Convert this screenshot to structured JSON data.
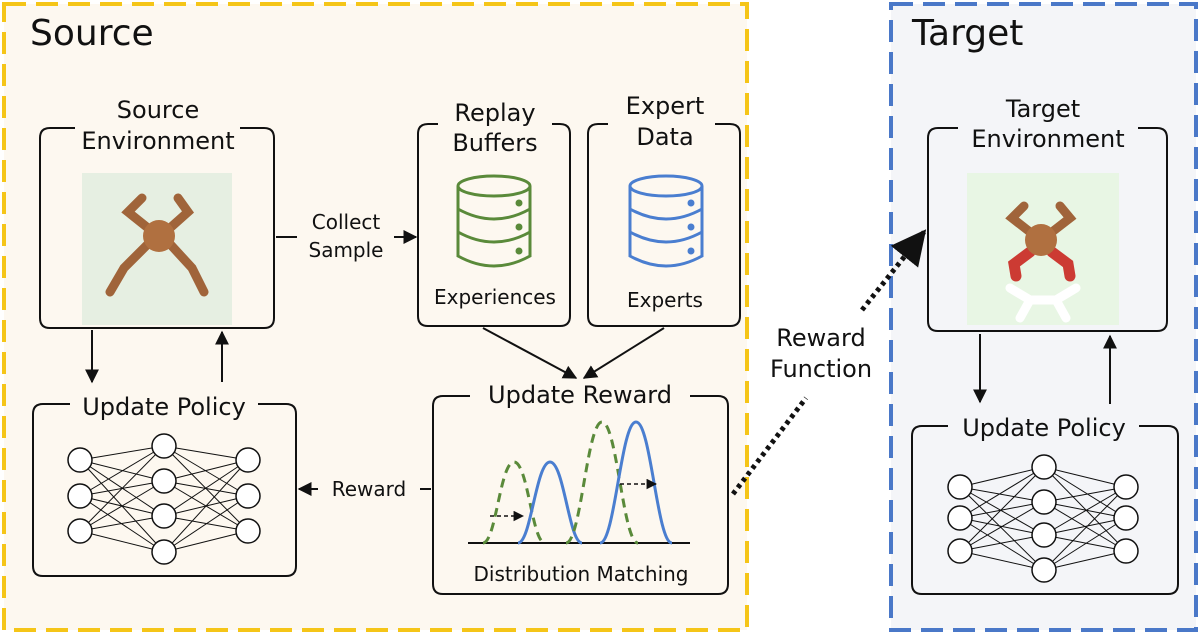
{
  "colors": {
    "source_bg": "#fdf8f0",
    "source_border": "#f5c518",
    "target_bg": "#f4f5f8",
    "target_border": "#4a78c8",
    "replay_green": "#5a8a3a",
    "expert_blue": "#4a7ed0",
    "dist_green_dashed": "#5a8a3a",
    "dist_blue": "#4a7ed0"
  },
  "source": {
    "title": "Source",
    "environment_label": [
      "Source",
      "Environment"
    ],
    "collect_label": [
      "Collect",
      "Sample"
    ],
    "replay_label": [
      "Replay",
      "Buffers"
    ],
    "replay_caption": "Experiences",
    "expert_label": [
      "Expert",
      "Data"
    ],
    "expert_caption": "Experts",
    "update_policy_label": "Update Policy",
    "update_reward_label": "Update Reward",
    "reward_arrow_label": "Reward",
    "distribution_caption": "Distribution Matching"
  },
  "target": {
    "title": "Target",
    "environment_label": [
      "Target",
      "Environment"
    ],
    "update_policy_label": "Update Policy"
  },
  "reward_function_label": [
    "Reward",
    "Function"
  ],
  "icons": {
    "replay_db": "database-icon",
    "expert_db": "database-icon",
    "agent_source": "ant-robot-image",
    "agent_target": "ant-robot-image",
    "network": "neural-network-icon"
  }
}
